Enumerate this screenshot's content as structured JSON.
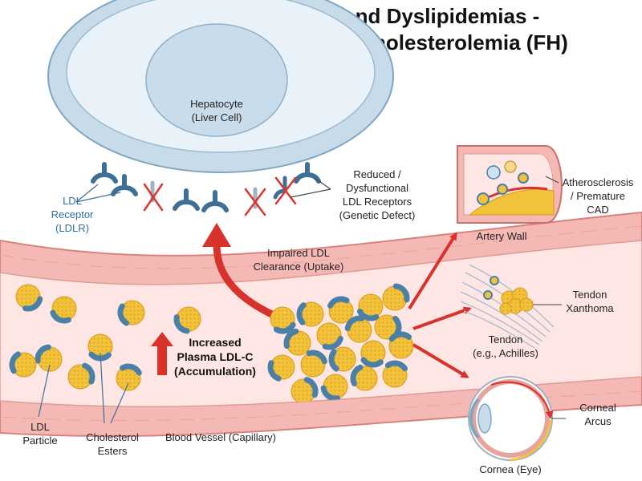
{
  "title": {
    "line1": "Lipoprotein Metabolism and Dyslipidemias -",
    "line2": "Mechanism of Familial Hypercholesterolemia (FH)"
  },
  "hepatocyte": {
    "line1": "Hepatocyte",
    "line2": "(Liver Cell)"
  },
  "ldlr_label": {
    "line1": "LDL",
    "line2": "Receptor",
    "line3": "(LDLR)"
  },
  "reduced_label": {
    "line1": "Reduced /",
    "line2": "Dysfunctional",
    "line3": "LDL Receptors",
    "line4": "(Genetic Defect)"
  },
  "impaired_label": {
    "line1": "Impaired LDL",
    "line2": "Clearance (Uptake)"
  },
  "increased_label": {
    "line1": "Increased",
    "line2": "Plasma LDL-C",
    "line3": "(Accumulation)"
  },
  "ldl_particle_label": {
    "line1": "LDL",
    "line2": "Particle"
  },
  "cholesterol_label": {
    "line1": "Cholesterol",
    "line2": "Esters"
  },
  "vessel_label": "Blood Vessel (Capillary)",
  "artery_label": "Artery Wall",
  "atherosclerosis_label": {
    "line1": "Atherosclerosis",
    "line2": "/ Premature",
    "line3": "CAD"
  },
  "tendon_label": {
    "line1": "Tendon",
    "line2": "(e.g., Achilles)"
  },
  "xanthoma_label": {
    "line1": "Tendon",
    "line2": "Xanthoma"
  },
  "cornea_label": "Cornea (Eye)",
  "arcus_label": {
    "line1": "Corneal",
    "line2": "Arcus"
  },
  "colors": {
    "receptor": "#3e6f96",
    "defect_x": "#d9362f",
    "ldl_core": "#f2c23a",
    "apob": "#4a7fa8",
    "vessel_wall": "#f4b9b5",
    "vessel_lumen": "#fde6e3",
    "arrow": "#d9312b",
    "liver": "#d8e7f1"
  }
}
